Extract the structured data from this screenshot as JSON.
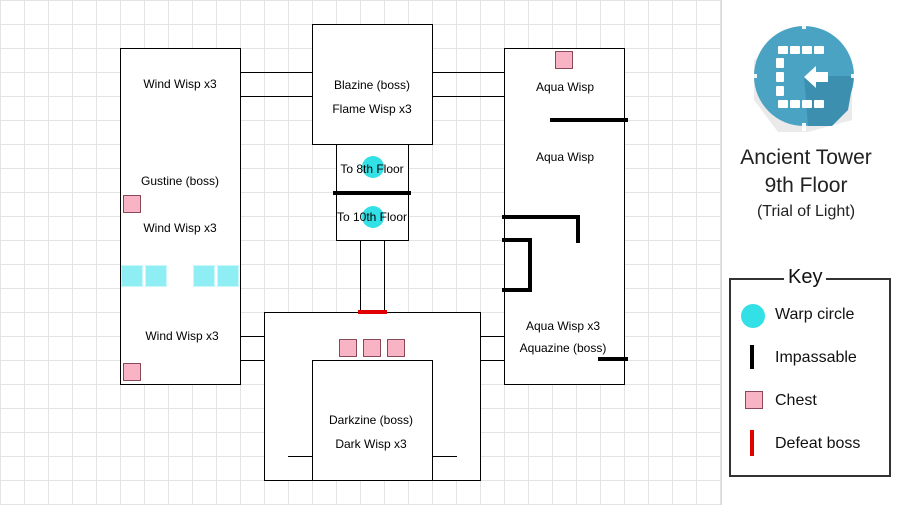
{
  "title": {
    "line1": "Ancient Tower",
    "line2": "9th Floor",
    "line3": "(Trial of Light)"
  },
  "logo": {
    "icon": "gate-emblem-icon",
    "color": "#4aa3c3"
  },
  "rooms": {
    "west_wing": {
      "top_enemy": "Wind Wisp x3",
      "boss": "Gustine (boss)",
      "mid_enemy": "Wind Wisp x3",
      "bottom_enemy": "Wind Wisp x3"
    },
    "north_hall": {
      "boss": "Blazine (boss)",
      "enemy": "Flame Wisp x3"
    },
    "warp_room": {
      "up_label": "To 8th Floor",
      "down_label": "To 10th Floor"
    },
    "east_wing": {
      "top_enemy": "Aqua Wisp",
      "mid_enemy": "Aqua Wisp",
      "bottom_enemy": "Aqua Wisp x3",
      "boss": "Aquazine (boss)"
    },
    "south_hall": {
      "boss": "Darkzine (boss)",
      "enemy": "Dark Wisp x3"
    }
  },
  "key": {
    "title": "Key",
    "items": [
      {
        "label": "Warp circle",
        "symbol": "warp-circle",
        "color": "#33e0e6"
      },
      {
        "label": "Impassable",
        "symbol": "black-bar",
        "color": "#000000"
      },
      {
        "label": "Chest",
        "symbol": "pink-square",
        "color": "#f8b4c4"
      },
      {
        "label": "Defeat boss",
        "symbol": "red-bar",
        "color": "#e00000"
      }
    ]
  }
}
